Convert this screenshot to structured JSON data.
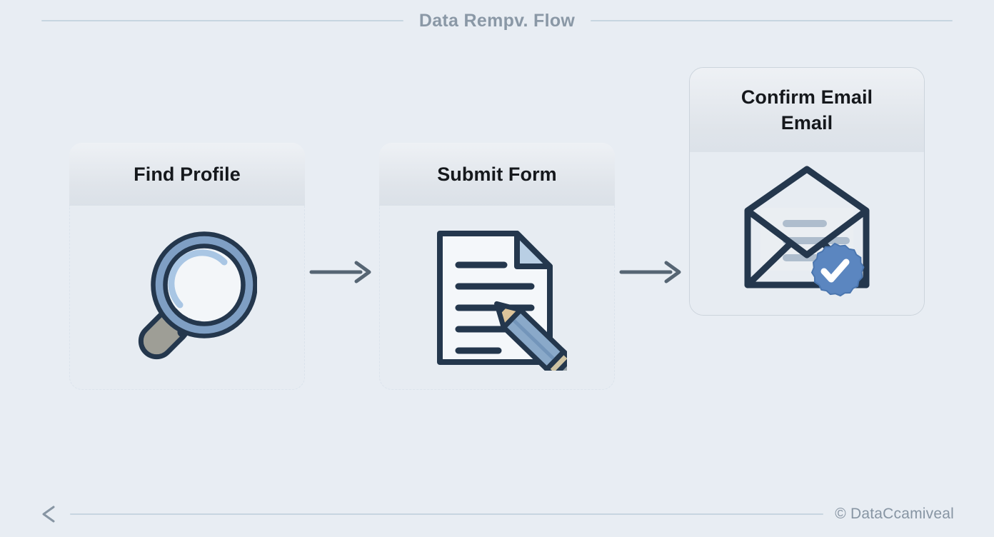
{
  "header": {
    "title": "Data Rempv. Flow",
    "left_rule": "horizontal-rule",
    "right_rule": "horizontal-rule"
  },
  "flow": {
    "steps": [
      {
        "id": "find-profile",
        "title": "Find Profile",
        "icon": "magnifier-icon",
        "frame_style": "dashed"
      },
      {
        "id": "submit-form",
        "title": "Submit Form",
        "icon": "document-pencil-icon",
        "frame_style": "dashed"
      },
      {
        "id": "confirm-email",
        "title": "Confirm Email\nEmail",
        "icon": "verified-envelope-icon",
        "frame_style": "solid"
      }
    ],
    "connectors": [
      {
        "id": "connector-1",
        "icon": "arrow-right-icon"
      },
      {
        "id": "connector-2",
        "icon": "arrow-right-icon"
      }
    ]
  },
  "footer": {
    "back_icon": "chevron-left-icon",
    "copyright": "© DataCcamiveal"
  },
  "colors": {
    "background": "#e8edf3",
    "rule": "#c7d5e0",
    "title_text": "#8a98a6",
    "card_title_text": "#15181c",
    "card_header_top": "#eef1f5",
    "card_header_bottom": "#dbe1e8",
    "card_body": "#e7ecf2",
    "card_border_solid": "#ccd4dc",
    "card_border_dashed": "#dbe3ec",
    "icon_outline": "#24374d",
    "icon_blue": "#6f93bf",
    "icon_light_blue": "#a9c6e4",
    "icon_gray": "#9a9a92",
    "badge_blue": "#5b86c0",
    "arrow": "#566573",
    "footer_text": "#8795a3"
  }
}
